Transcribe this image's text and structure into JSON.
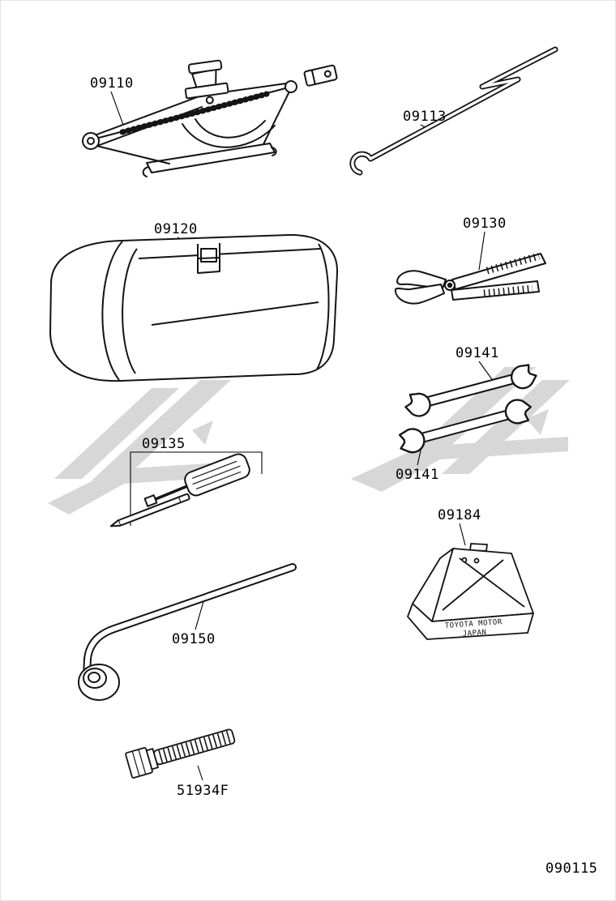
{
  "diagram": {
    "page_code": "090115",
    "parts": [
      {
        "id": "09110",
        "name": "pantograph-jack"
      },
      {
        "id": "09113",
        "name": "jack-handle-rod"
      },
      {
        "id": "09120",
        "name": "tool-bag"
      },
      {
        "id": "09130",
        "name": "pliers"
      },
      {
        "id": "09141",
        "name": "open-end-wrench-upper"
      },
      {
        "id": "09141",
        "name": "open-end-wrench-lower"
      },
      {
        "id": "09135",
        "name": "screwdriver-set"
      },
      {
        "id": "09184",
        "name": "wheel-chock"
      },
      {
        "id": "09150",
        "name": "hub-nut-wrench"
      },
      {
        "id": "51934F",
        "name": "bolt"
      }
    ],
    "chock_print": {
      "line1": "TOYOTA MOTOR",
      "line2": "JAPAN"
    }
  }
}
